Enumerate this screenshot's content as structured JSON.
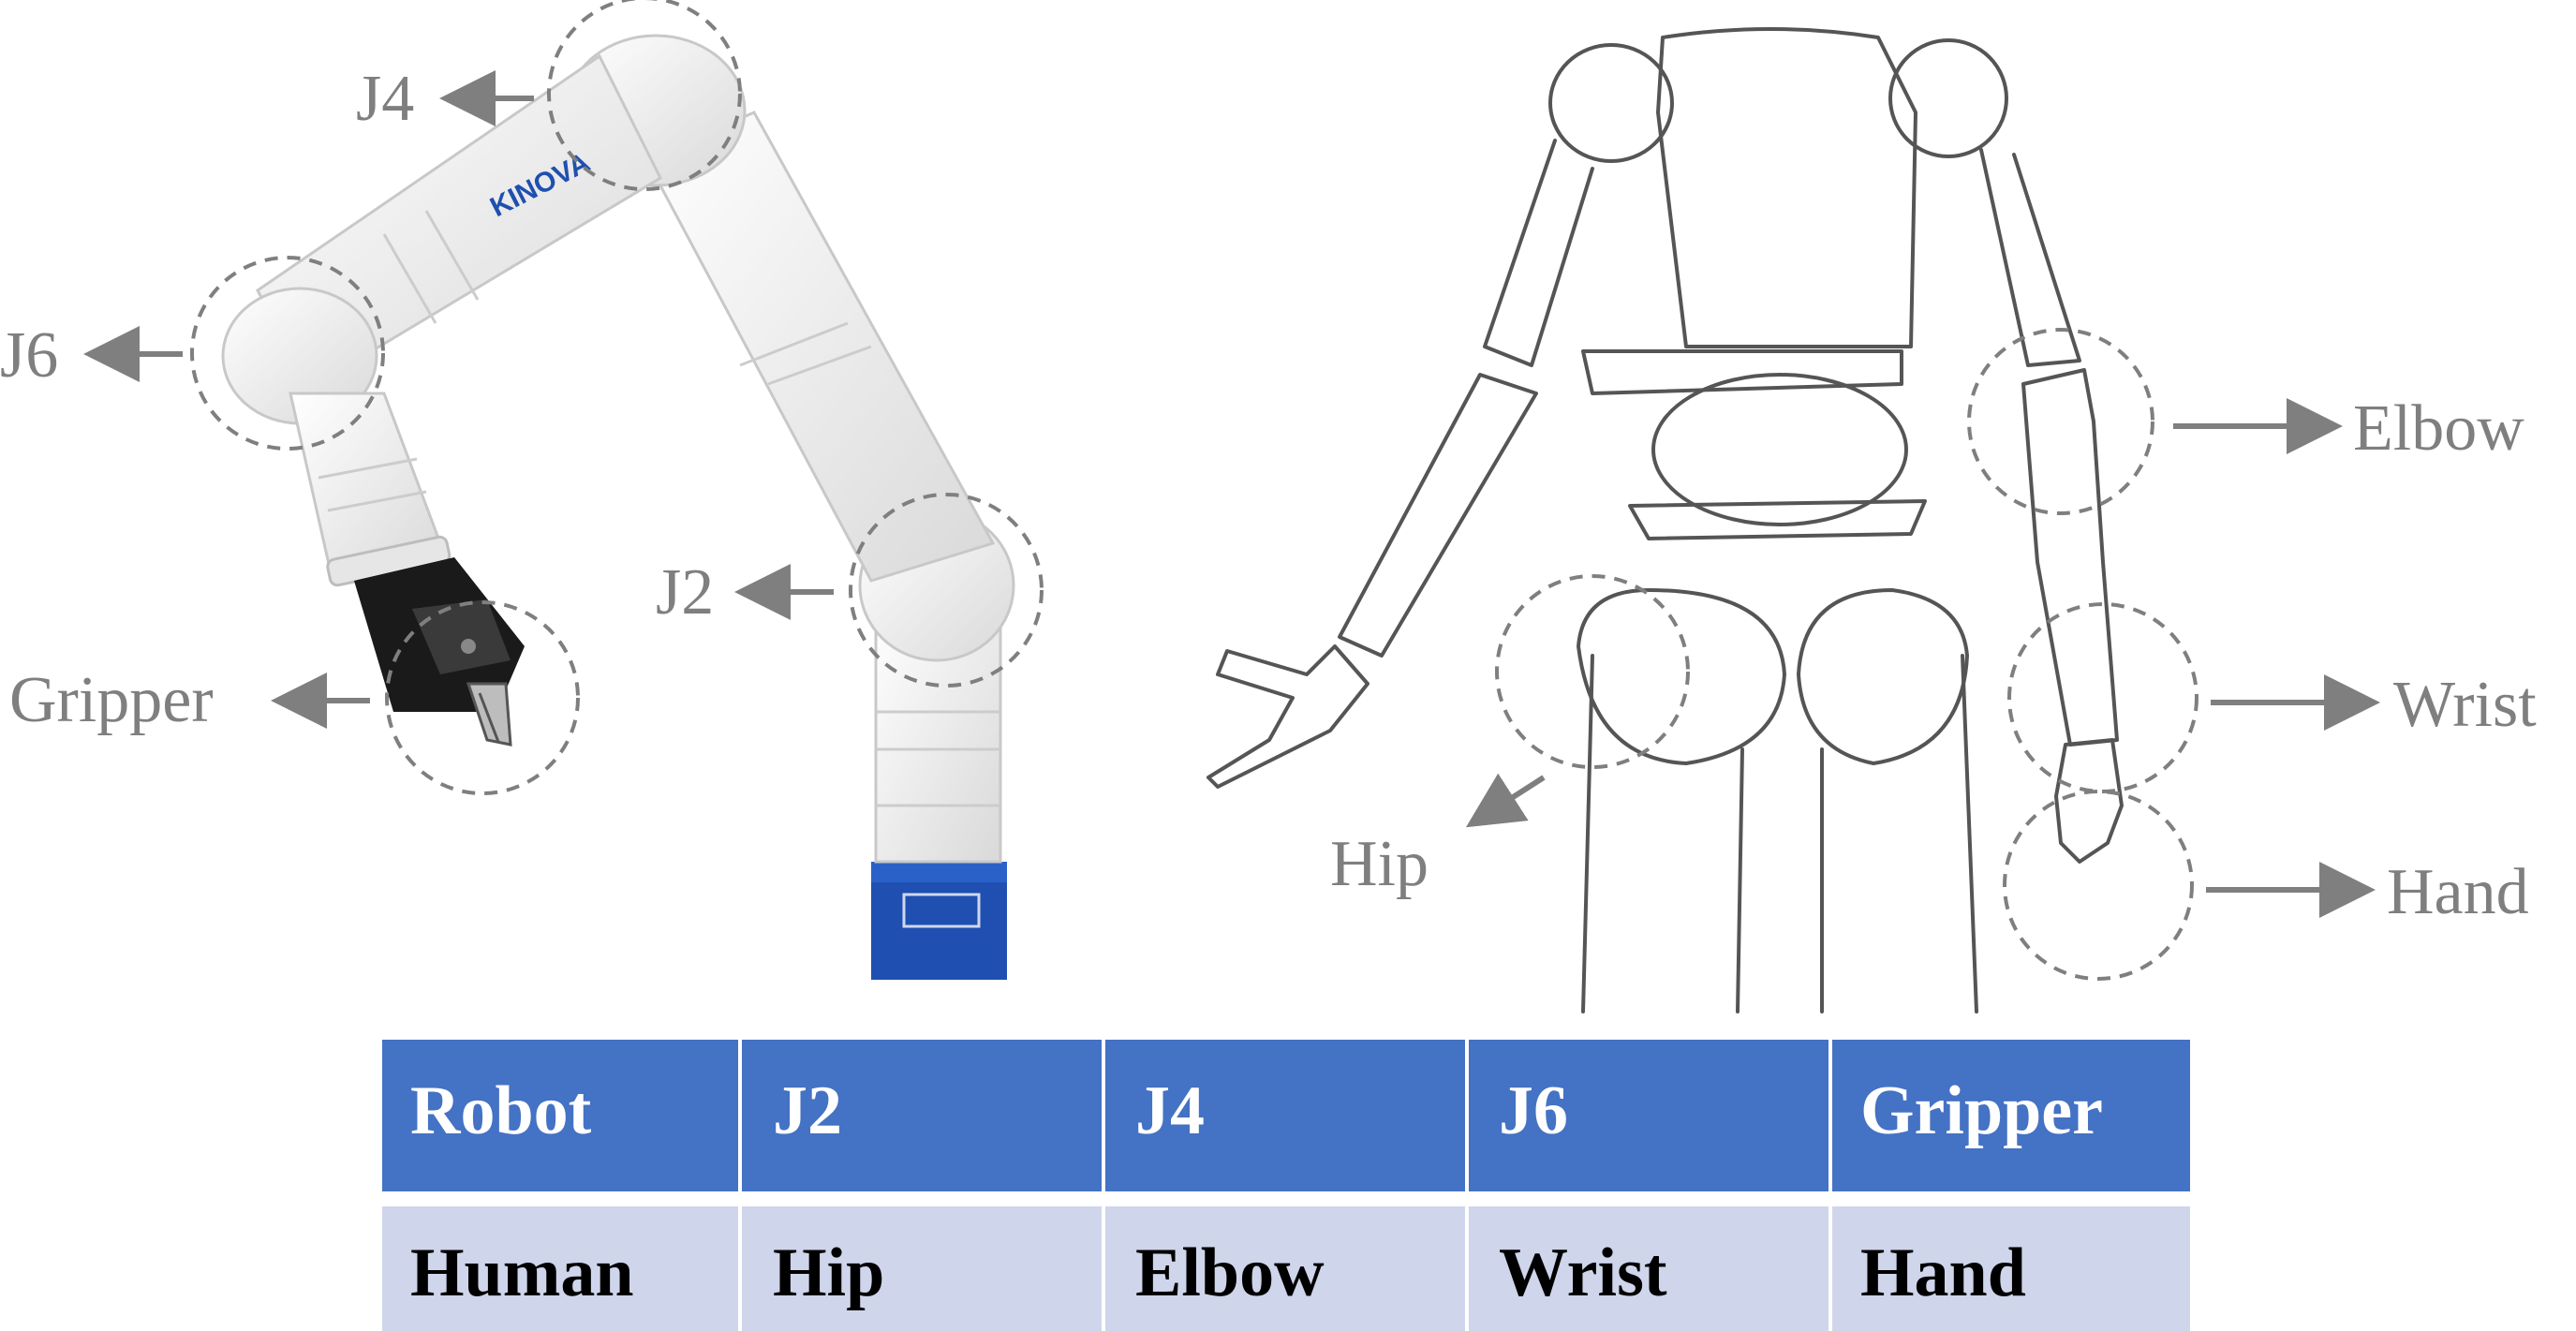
{
  "robot": {
    "brand": "KINOVA",
    "labels": {
      "j4": "J4",
      "j6": "J6",
      "j2": "J2",
      "gripper": "Gripper"
    }
  },
  "human": {
    "labels": {
      "elbow": "Elbow",
      "wrist": "Wrist",
      "hand": "Hand",
      "hip": "Hip"
    }
  },
  "table": {
    "header": [
      "Robot",
      "J2",
      "J4",
      "J6",
      "Gripper"
    ],
    "row": [
      "Human",
      "Hip",
      "Elbow",
      "Wrist",
      "Hand"
    ]
  },
  "colors": {
    "label_gray": "#7f7f7f",
    "header_fill": "#4472c4",
    "row_fill": "#cfd5ea",
    "robot_body": "#f2f2f2",
    "robot_base": "#1f4fb0"
  }
}
